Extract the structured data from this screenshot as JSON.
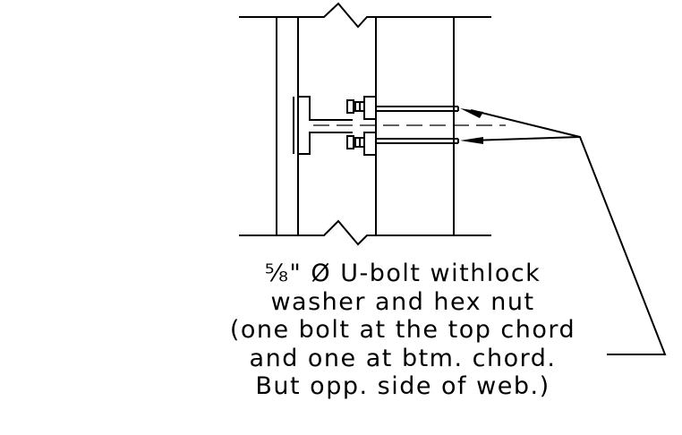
{
  "callout": {
    "fraction": "⅝",
    "line1_rest": "\" Ø U-bolt withlock",
    "line2": "washer and hex nut",
    "line3": "(one bolt at the top chord",
    "line4": "and one at btm. chord.",
    "line5": "But opp. side of web.)"
  }
}
